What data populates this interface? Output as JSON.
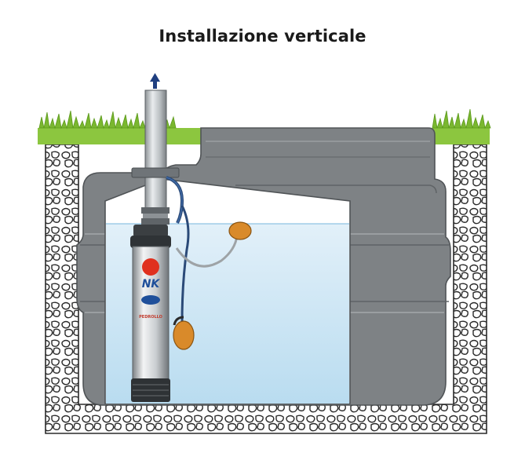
{
  "title": "Installazione verticale",
  "pump": {
    "logo_text": "NK",
    "brand_text": "PEDROLLO"
  },
  "colors": {
    "grass": "#8cc63f",
    "tank": "#7e8285",
    "water": "#cfe6f4",
    "pipe": "#c6cacd",
    "arrow": "#1f3f80",
    "float_switch": "#d98a2a",
    "pump_logo_red": "#e0301e",
    "pump_logo_blue": "#1f4f9a"
  }
}
